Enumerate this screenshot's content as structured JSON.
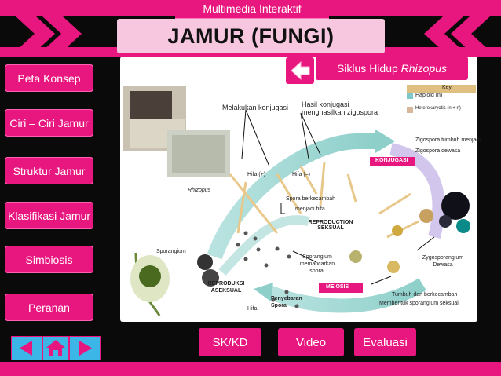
{
  "header": {
    "subtitle": "Multimedia Interaktif",
    "title": "JAMUR (FUNGI)"
  },
  "sidebar": {
    "items": [
      {
        "label": "Peta Konsep"
      },
      {
        "label": "Ciri – Ciri Jamur"
      },
      {
        "label": "Struktur Jamur"
      },
      {
        "label": "Klasifikasi Jamur"
      },
      {
        "label": "Simbiosis"
      },
      {
        "label": "Peranan"
      }
    ]
  },
  "content": {
    "cycle_title_prefix": "Siklus Hidup ",
    "cycle_title_italic": "Rhizopus"
  },
  "diagram": {
    "key_title": "Key",
    "key_haploid": "Haploid (n)",
    "key_heterokaryotic": "Heterokaryotic (n + n)",
    "melakukan_konjugasi": "Melakukan konjugasi",
    "hasil_line1": "Hasil konjugasi",
    "hasil_line2": "menghasilkan zigospora",
    "zigospora_tumbuh": "Zigospora tumbuh menjadi",
    "zigospora_dewasa": "Zigospora dewasa",
    "konjugasi": "KONJUGASI",
    "hifa_plus": "Hifa (+)",
    "hifa_minus": "Hifa (–)",
    "rhizopus": "Rhizopus",
    "spora_line1": "Spora berkecambah",
    "spora_line2": "menjadi hifa",
    "repro_seksual_1": "REPRODUCTION",
    "repro_seksual_2": "SEKSUAL",
    "sporangium": "Sporangium",
    "sporangium_line1": "Sporangium",
    "sporangium_line2": "memancarkan",
    "sporangium_line3": "spora.",
    "zygosporangium_line1": "Zygosporangium",
    "zygosporangium_line2": "Dewasa",
    "repro_aseksual_1": "REPRODUKSI",
    "repro_aseksual_2": "ASEKSUAL",
    "meiosis": "MEIOSIS",
    "tumbuh_line1": "Tumbuh dan berkecambah",
    "tumbuh_line2": "Membentuk sporangium seksual",
    "penyebaran_1": "Penyebaran",
    "penyebaran_2": "Spora",
    "hifa": "Hifa"
  },
  "bottom": {
    "sk_kd": "SK/KD",
    "video": "Video",
    "evaluasi": "Evaluasi"
  },
  "colors": {
    "brand": "#e8177f",
    "background": "#0a0a0a",
    "header_light": "#f7c6df"
  }
}
